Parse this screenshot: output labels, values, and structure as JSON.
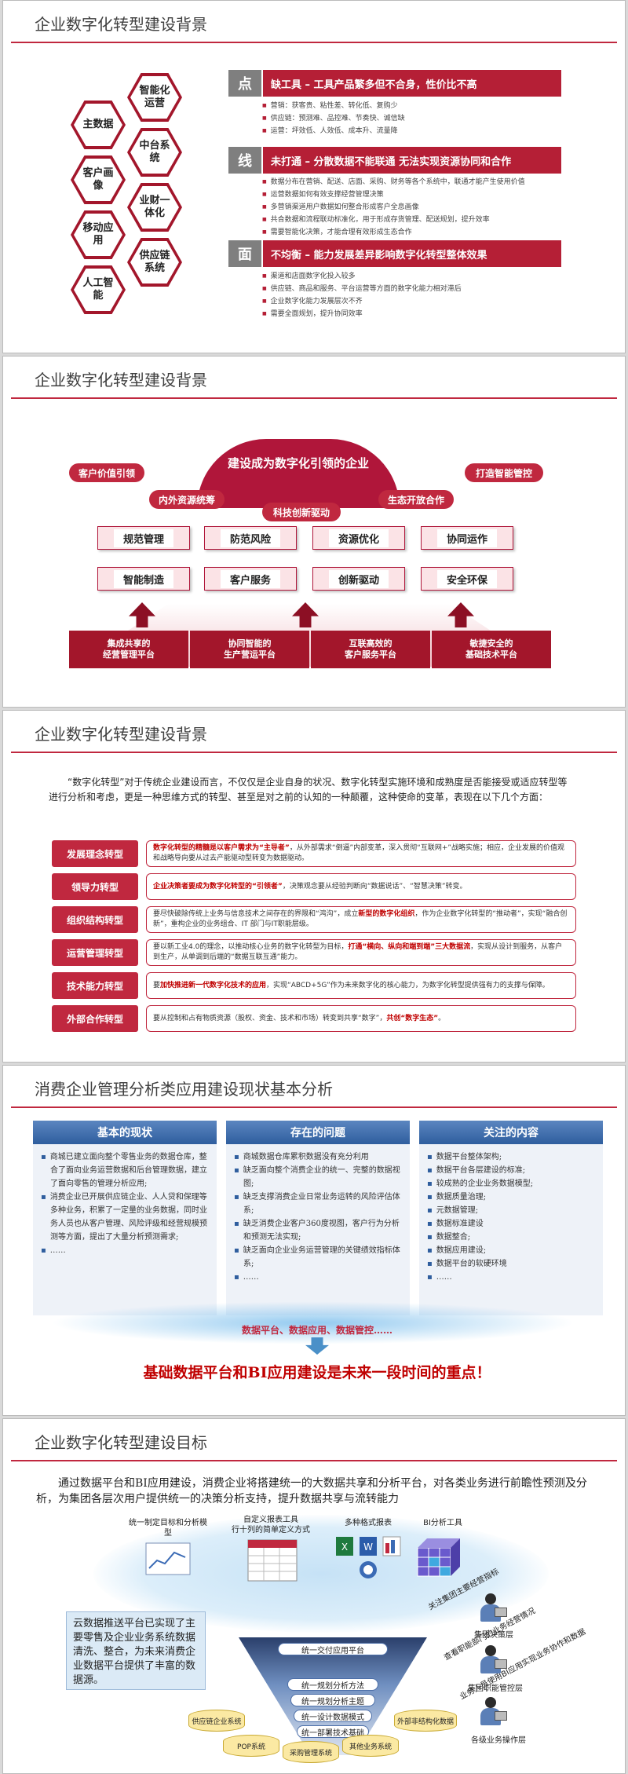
{
  "s1": {
    "title": "企业数字化转型建设背景",
    "hexes": [
      "智能化运营",
      "主数据",
      "中台系统",
      "客户画像",
      "业财一体化",
      "移动应用",
      "供应链系统",
      "人工智能"
    ],
    "sections": [
      {
        "key": "点",
        "head": "缺工具 – 工具产品繁多但不合身，性价比不高",
        "items": [
          "营销：获客贵、粘性差、转化低、复购少",
          "供应链：预测难、品控难、节奏快、诚信缺",
          "运营：坪效低、人效低、成本升、流量降"
        ]
      },
      {
        "key": "线",
        "head": "未打通 – 分散数据不能联通 无法实现资源协同和合作",
        "items": [
          "数据分布在营销、配送、店面、采购、财务等各个系统中，联通才能产生使用价值",
          "运营数据如何有效支撑经营管理决策",
          "多营销渠道用户数据如何整合形成客户全息画像",
          "共合数据和流程联动标准化，用于形成存货管理、配送规划，提升效率",
          "需要智能化决策，才能合理有效形成生态合作"
        ]
      },
      {
        "key": "面",
        "head": "不均衡 – 能力发展差异影响数字化转型整体效果",
        "items": [
          "渠道和店面数字化投入较多",
          "供应链、商品和服务、平台运营等方面的数字化能力相对滞后",
          "企业数字化能力发展层次不齐",
          "需要全面规划，提升协同效率"
        ]
      }
    ]
  },
  "s2": {
    "title": "企业数字化转型建设背景",
    "dome": "建设成为数字化引领的企业",
    "pills": [
      "客户价值引领",
      "内外资源统筹",
      "科技创新驱动",
      "生态开放合作",
      "打造智能管控"
    ],
    "row1": [
      "规范管理",
      "防范风险",
      "资源优化",
      "协同运作"
    ],
    "row2": [
      "智能制造",
      "客户服务",
      "创新驱动",
      "安全环保"
    ],
    "bases": [
      "集成共享的\n经营管理平台",
      "协同智能的\n生产营运平台",
      "互联高效的\n客户服务平台",
      "敏捷安全的\n基础技术平台"
    ]
  },
  "s3": {
    "title": "企业数字化转型建设背景",
    "intro": "“数字化转型”对于传统企业建设而言，不仅仅是企业自身的状况、数字化转型实施环境和成熟度是否能接受或适应转型等进行分析和考虑，更是一种思维方式的转型、甚至是对之前的认知的一种颠覆，这种使命的变革，表现在以下几个方面：",
    "rows": [
      {
        "key": "发展理念转型",
        "pre": "",
        "hl": "数字化转型的精髓是以客户需求为“主导者”",
        "post": "，从外部需求“倒逼”内部变革，深入贯彻“互联网+”战略实施；相应，企业发展的价值观和战略导向要从过去产能驱动型转变为数据驱动。"
      },
      {
        "key": "领导力转型",
        "pre": "",
        "hl": "企业决策者要成为数字化转型的“引领者”",
        "post": "，决策观念要从经验判断向“数据说话”、“智慧决策”转变。"
      },
      {
        "key": "组织结构转型",
        "pre": "要尽快破除传统上业务与信息技术之间存在的界限和“鸿沟”，成立",
        "hl": "新型的数字化组织",
        "post": "，作为企业数字化转型的“推动者”，实现“融合创新”，重构企业的业务组合、IT 部门与IT职能层级。"
      },
      {
        "key": "运营管理转型",
        "pre": "要以新工业4.0的理念，以推动核心业务的数字化转型为目标，",
        "hl": "打通“横向、纵向和端到端”三大数据流",
        "post": "，实现从设计到服务，从客户到生产，从单调到后端的“数据互联互通”能力。"
      },
      {
        "key": "技术能力转型",
        "pre": "要",
        "hl": "加快推进新一代数字化技术的应用",
        "post": "，实现“ABCD+5G”作为未来数字化的核心能力，为数字化转型提供强有力的支撑与保障。"
      },
      {
        "key": "外部合作转型",
        "pre": "要从控制和占有物质资源（股权、资金、技术和市场）转变到共享“数字”，",
        "hl": "共创“数字生态”",
        "post": "。"
      }
    ]
  },
  "s4": {
    "title": "消费企业管理分析类应用建设现状基本分析",
    "columns": [
      {
        "head": "基本的现状",
        "items": [
          "商城已建立面向整个零售业务的数据仓库，整合了面向业务运营数据和后台管理数据，建立了面向零售的管理分析应用;",
          "消费企业已开展供应链企业、人人贷和保理等多种业务，积累了一定量的业务数据，同时业务人员也从客户管理、风险评级和经营规模预测等方面，提出了大量分析预测需求;",
          "……"
        ]
      },
      {
        "head": "存在的问题",
        "items": [
          "商城数据仓库累积数据没有充分利用",
          "缺乏面向整个消费企业的统一、完整的数据视图;",
          "缺乏支撑消费企业日常业务运转的风险评估体系;",
          "缺乏消费企业客户360度视图，客户行为分析和预测无法实现;",
          "缺乏面向企业业务运营管理的关键绩效指标体系;",
          "……"
        ]
      },
      {
        "head": "关注的内容",
        "items": [
          "数据平台整体架构;",
          "数据平台各层建设的标准;",
          "较成熟的企业业务数据模型;",
          "数据质量治理;",
          "元数据管理;",
          "数据标准建设",
          "数据整合;",
          "数据应用建设;",
          "数据平台的软硬环境",
          "……"
        ]
      }
    ],
    "mini": "数据平台、数据应用、数据管控……",
    "conclusion": "基础数据平台和BI应用建设是未来一段时间的重点！"
  },
  "s5": {
    "title": "企业数字化转型建设目标",
    "intro": "通过数据平台和BI应用建设，消费企业将搭建统一的大数据共享和分析平台，对各类业务进行前瞻性预测及分析，为集团各层次用户提供统一的决策分析支持，提升数据共享与流转能力",
    "tools": [
      "统一制定目标和分析模型",
      "自定义报表工具\n行十列的简单定义方式",
      "多种格式报表",
      "BI分析工具"
    ],
    "funnel": [
      "统一交付应用平台",
      "统一规划分析方法",
      "统一规划分析主题",
      "统一设计数据模式",
      "统一部署技术基础"
    ],
    "note": "云数据推送平台已实现了主要零售及企业业务系统数据清洗、整合，为未来消费企业数据平台提供了丰富的数据源。",
    "systems": [
      "供应链企业系统",
      "POP系统",
      "采购管理系统",
      "其他业务系统",
      "外部非结构化数据"
    ],
    "flows": [
      "关注集团主要经营指标",
      "查看职能部门的业务经营情况",
      "业务人员使用BI应用实现业务协作和数据"
    ],
    "roles": [
      "集团决策层",
      "集团职能管控层",
      "各级业务操作层"
    ]
  }
}
